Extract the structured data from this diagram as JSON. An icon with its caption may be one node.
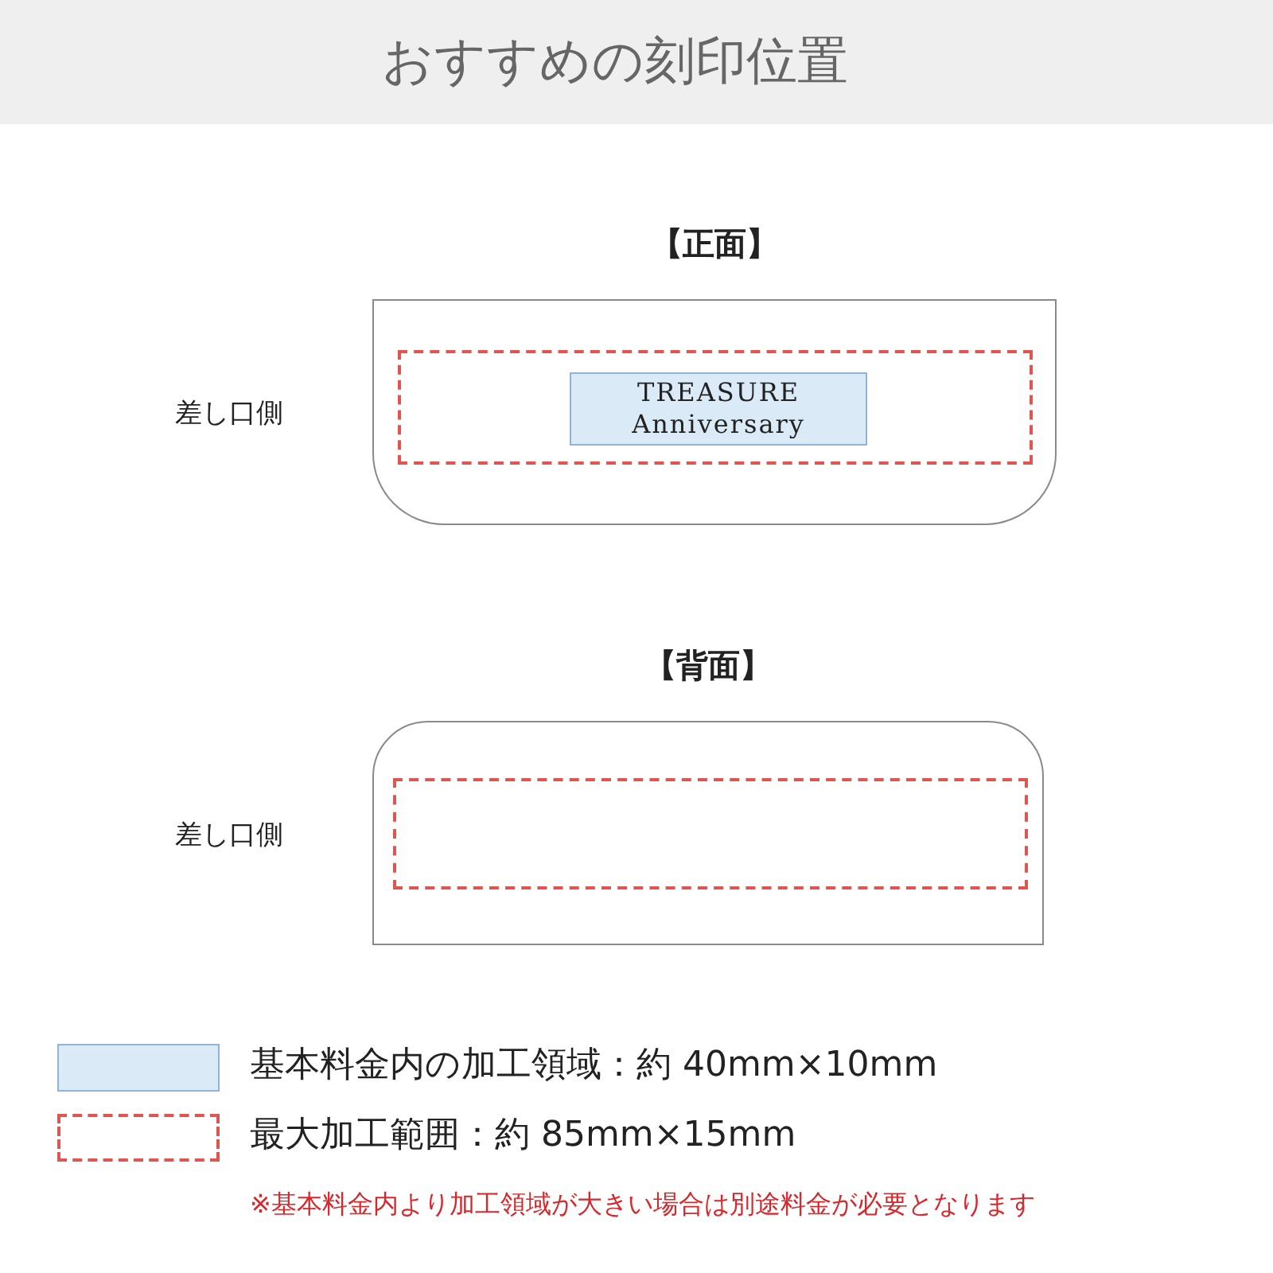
{
  "diagram": {
    "title": "おすすめの刻印位置",
    "nodes": [
      {
        "text": [
          "【正面】"
        ],
        "beside": [
          "差し口側"
        ]
      },
      {
        "text": [],
        "shape": "box",
        "in": 0
      },
      {
        "text": [
          "TREASURE Anniversary"
        ],
        "in": 1
      },
      {
        "text": [
          "【背面】"
        ],
        "beside": [
          "差し口側"
        ]
      },
      {
        "text": [],
        "shape": "box",
        "in": 3
      }
    ],
    "edges": [],
    "labels": [
      "※基本料金内より加工領域が大きい場合は別途料金が必要となります"
    ],
    "legend": [
      {
        "text": "基本料金内の加工領域：約 40mm×10mm",
        "color": "#dbeaf7"
      },
      {
        "text": "最大加工範囲：約 85mm×15mm"
      }
    ]
  }
}
